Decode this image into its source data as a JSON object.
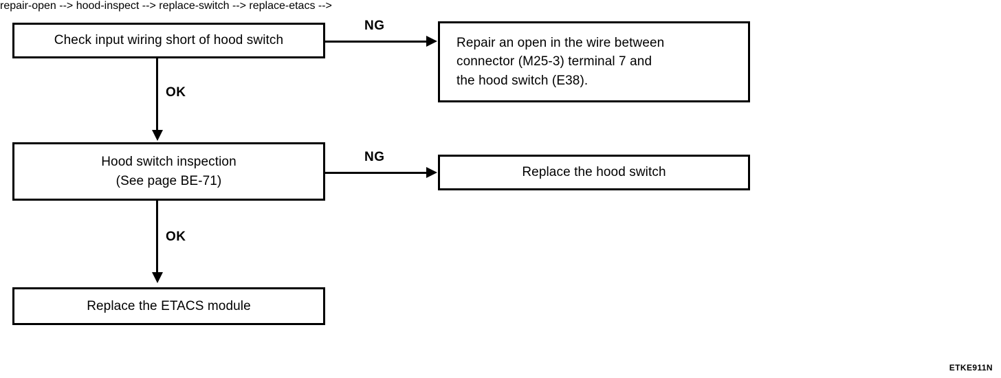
{
  "diagram": {
    "type": "flowchart",
    "figure_code": "ETKE911N",
    "nodes": [
      {
        "id": "check-input",
        "text": "Check input wiring short of hood switch",
        "align": "center"
      },
      {
        "id": "repair-open",
        "text": "Repair an open in the wire between\nconnector (M25-3) terminal 7 and\nthe hood switch (E38).",
        "align": "left"
      },
      {
        "id": "hood-inspect",
        "text": "Hood switch inspection\n(See page BE-71)",
        "align": "center"
      },
      {
        "id": "replace-switch",
        "text": "Replace the hood switch",
        "align": "center"
      },
      {
        "id": "replace-etacs",
        "text": "Replace the ETACS module",
        "align": "center"
      }
    ],
    "edges": [
      {
        "id": "edge-ng-1",
        "from": "check-input",
        "to": "repair-open",
        "label": "NG",
        "direction": "right"
      },
      {
        "id": "edge-ok-1",
        "from": "check-input",
        "to": "hood-inspect",
        "label": "OK",
        "direction": "down"
      },
      {
        "id": "edge-ng-2",
        "from": "hood-inspect",
        "to": "replace-switch",
        "label": "NG",
        "direction": "right"
      },
      {
        "id": "edge-ok-2",
        "from": "hood-inspect",
        "to": "replace-etacs",
        "label": "OK",
        "direction": "down"
      }
    ],
    "colors": {
      "stroke": "#000000",
      "background": "#ffffff",
      "text": "#000000"
    }
  }
}
